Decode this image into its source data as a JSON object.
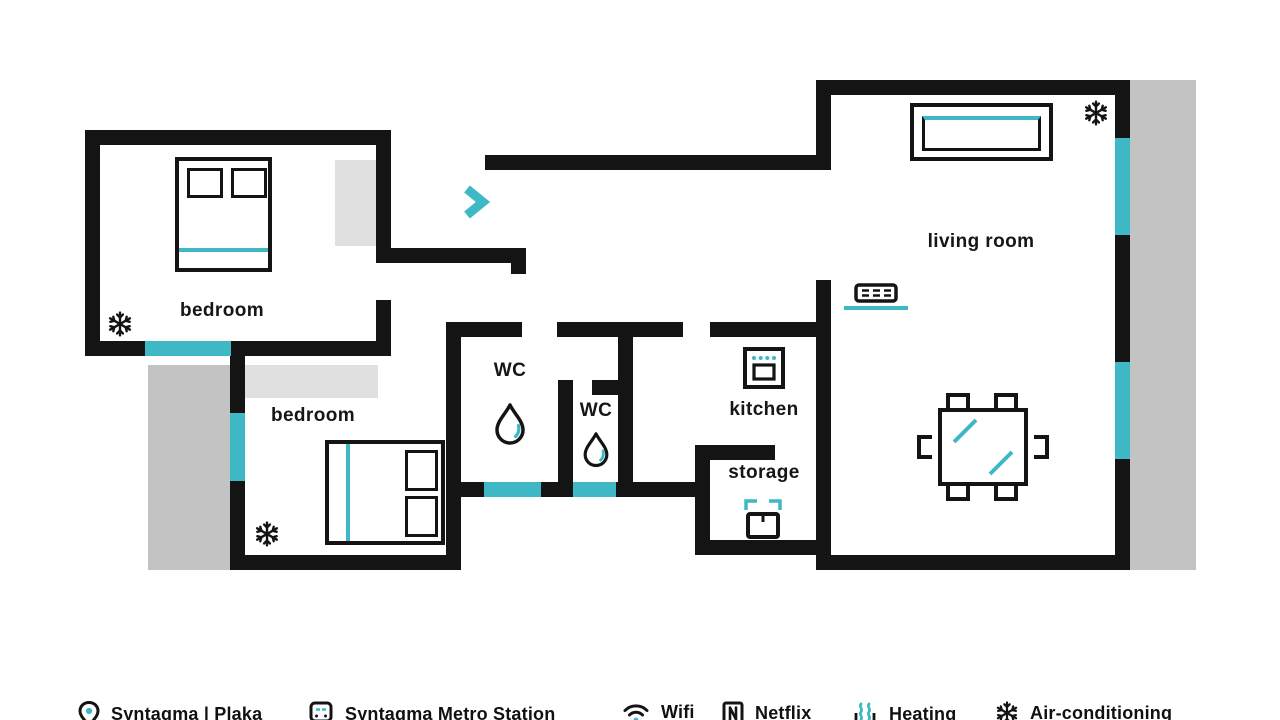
{
  "colors": {
    "accent": "#3FB8C5",
    "wall": "#141414",
    "shadow_outer": "#c3c3c3",
    "shadow_inner": "#e0e0e0"
  },
  "rooms": {
    "bedroom1": {
      "label": "bedroom"
    },
    "bedroom2": {
      "label": "bedroom"
    },
    "wc1": {
      "label": "WC"
    },
    "wc2": {
      "label": "WC"
    },
    "kitchen": {
      "label": "kitchen"
    },
    "storage": {
      "label": "storage"
    },
    "living_room": {
      "label": "living room"
    }
  },
  "legend": {
    "items": [
      {
        "icon": "location-pin-icon",
        "label": "Syntagma | Plaka"
      },
      {
        "icon": "metro-station-icon",
        "label": "Syntagma Metro Station"
      },
      {
        "icon": "wifi-icon",
        "label": "Wifi"
      },
      {
        "icon": "netflix-icon",
        "label": "Netflix"
      },
      {
        "icon": "heating-icon",
        "label": "Heating"
      },
      {
        "icon": "air-conditioning-icon",
        "label": "Air-conditioning"
      }
    ]
  }
}
